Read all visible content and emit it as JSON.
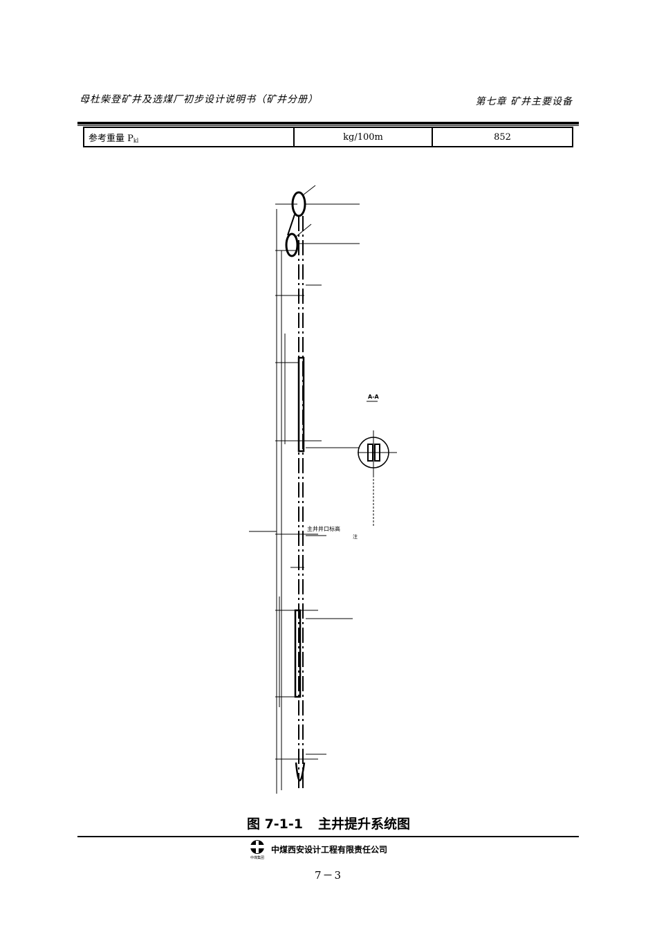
{
  "header": {
    "title": "母杜柴登矿井及选煤厂初步设计说明书（矿井分册）",
    "chapter": "第七章 矿井主要设备"
  },
  "table": {
    "rows": [
      {
        "label": "参考重量 P",
        "label_sub": "kl",
        "unit": "kg/100m",
        "value": "852"
      }
    ]
  },
  "figure": {
    "section_label": "A-A",
    "shaft_label": "主井井口标高",
    "note_label": "注"
  },
  "caption": {
    "number": "图 7-1-1",
    "title": "主井提升系统图"
  },
  "footer": {
    "company": "中煤西安设计工程有限责任公司",
    "logo_text": "中煤集团",
    "page_number": "7－3"
  }
}
